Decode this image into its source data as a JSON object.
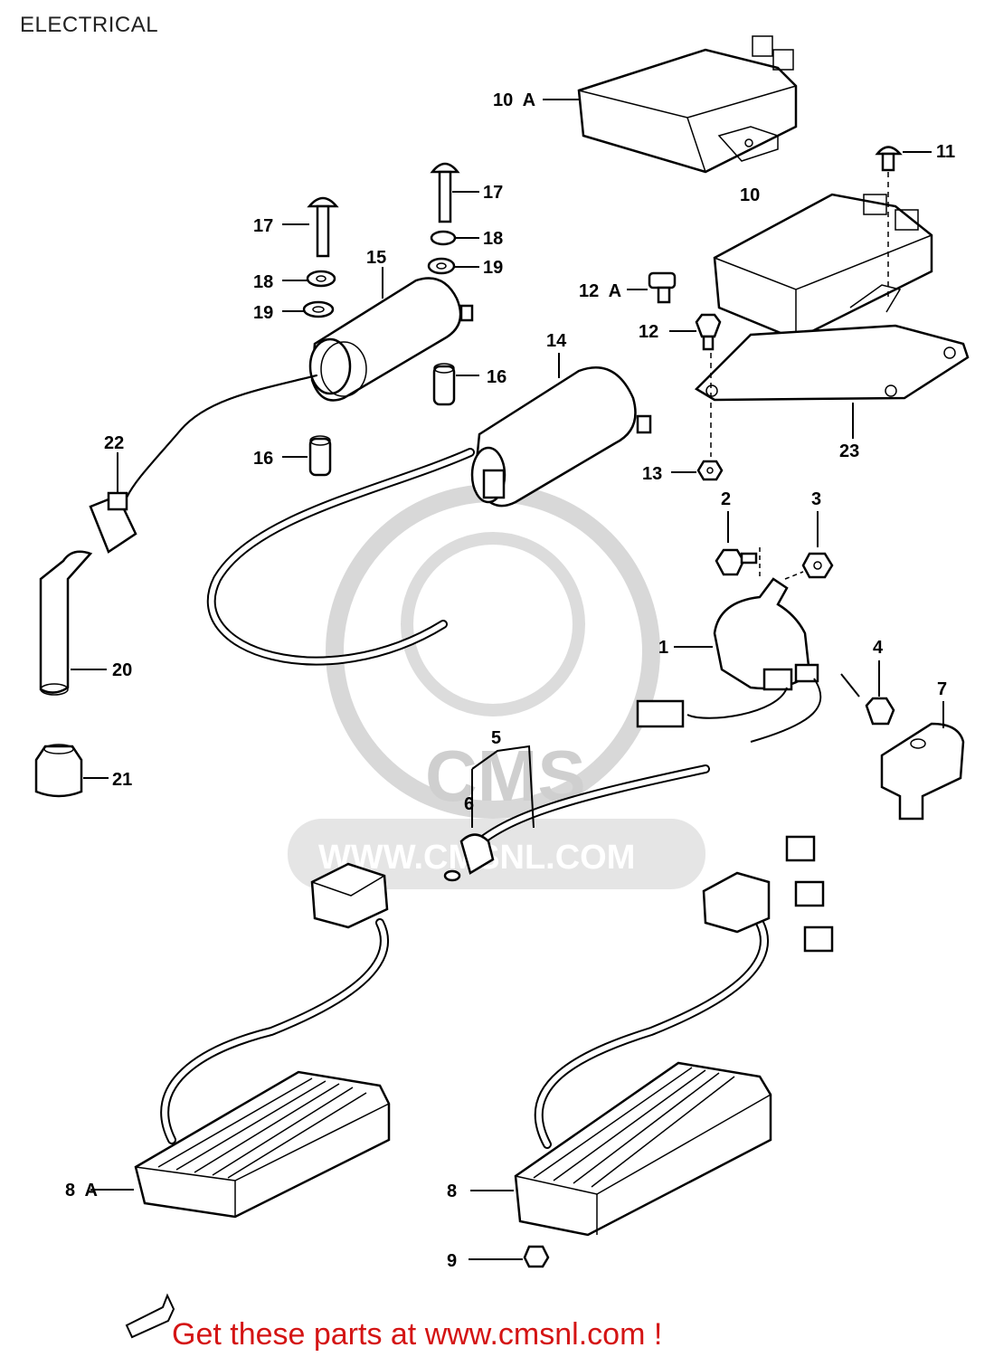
{
  "header": {
    "title": "ELECTRICAL"
  },
  "watermark": {
    "brand": "CMS",
    "url": "WWW.CMSNL.COM"
  },
  "footer": {
    "link_text": "Get these parts at www.cmsnl.com !",
    "link_color": "#d41414"
  },
  "callouts": {
    "c1": "1",
    "c2": "2",
    "c3": "3",
    "c4": "4",
    "c5": "5",
    "c6": "6",
    "c7": "7",
    "c8": "8",
    "c8a": "8  A",
    "c9": "9",
    "c10": "10",
    "c10a": "10  A",
    "c11": "11",
    "c12": "12",
    "c12a": "12  A",
    "c13": "13",
    "c14": "14",
    "c15": "15",
    "c16a": "16",
    "c16b": "16",
    "c17a": "17",
    "c17b": "17",
    "c18a": "18",
    "c18b": "18",
    "c19a": "19",
    "c19b": "19",
    "c20": "20",
    "c21": "21",
    "c22": "22",
    "c23": "23"
  },
  "icons": {
    "front_arrow": "front-direction-arrow-icon"
  }
}
